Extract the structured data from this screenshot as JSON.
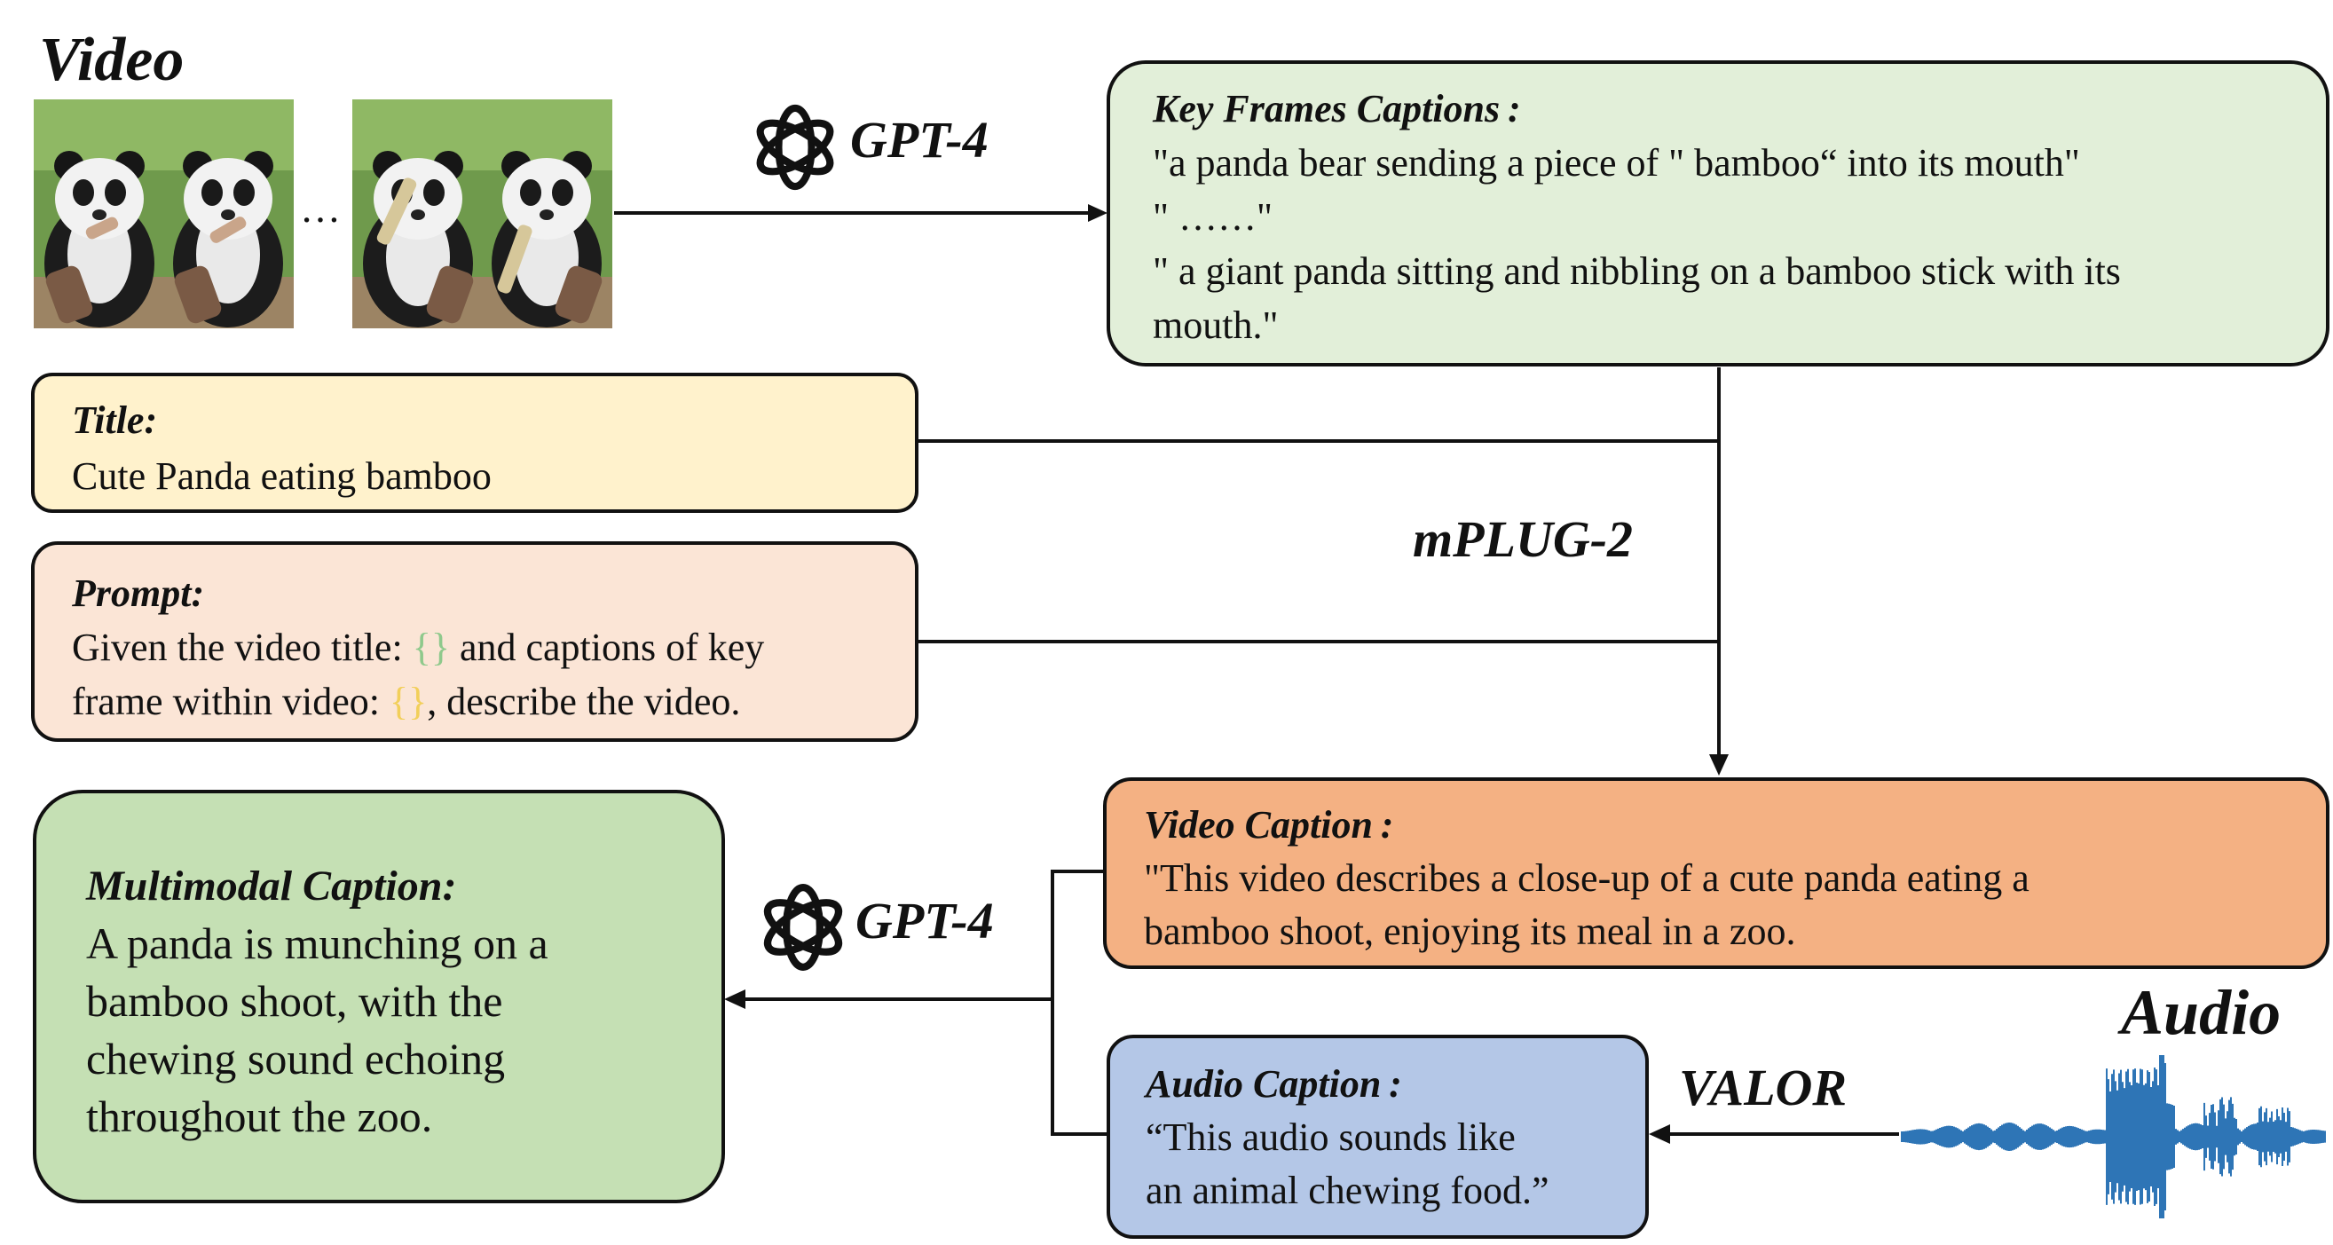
{
  "video": {
    "label": "Video",
    "ellipsis": "…"
  },
  "gpt_top": {
    "name": "GPT-4"
  },
  "key_frames": {
    "heading": "Key Frames Captions :",
    "lines": [
      "\"a panda bear sending a piece of \" bamboo“ into its mouth\"",
      "\" ……\"",
      "\" a giant panda sitting and nibbling on a bamboo stick with its",
      "mouth.\""
    ]
  },
  "title_box": {
    "heading": "Title:",
    "text": "Cute Panda eating bamboo"
  },
  "prompt_box": {
    "heading": "Prompt:",
    "line1_before": "Given the video title: ",
    "placeholder_1": "{}",
    "line1_after": " and captions of key",
    "line2_before": "frame within video: ",
    "placeholder_2": "{}",
    "line2_after": ", describe the video."
  },
  "mplug": {
    "name": "mPLUG-2"
  },
  "video_caption": {
    "heading": "Video Caption :",
    "lines": [
      "\"This video describes a close-up of a cute panda eating a",
      "bamboo shoot, enjoying its meal in a zoo."
    ]
  },
  "gpt_bottom": {
    "name": "GPT-4"
  },
  "multimodal_caption": {
    "heading": "Multimodal Caption:",
    "lines": [
      "A panda is munching on a",
      "bamboo shoot, with the",
      "chewing sound echoing",
      "throughout the zoo."
    ]
  },
  "audio": {
    "label": "Audio"
  },
  "valor": {
    "name": "VALOR"
  },
  "audio_caption": {
    "heading": "Audio Caption :",
    "lines": [
      "“This audio sounds like",
      "an animal chewing food.”"
    ]
  },
  "colors": {
    "key_frames_fill": "#e2efd9",
    "title_fill": "#fff2cc",
    "prompt_fill": "#fbe5d6",
    "video_caption_fill": "#f4b183",
    "multimodal_fill": "#c5e0b4",
    "audio_caption_fill": "#b4c7e7",
    "waveform": "#2e75b6",
    "placeholder_green": "#8fc98c",
    "placeholder_yellow": "#f2cf5a"
  },
  "icons": {
    "model_logo": "openai-logo-icon",
    "video_frame": "panda-frame-icon",
    "audio": "audio-waveform-icon"
  }
}
